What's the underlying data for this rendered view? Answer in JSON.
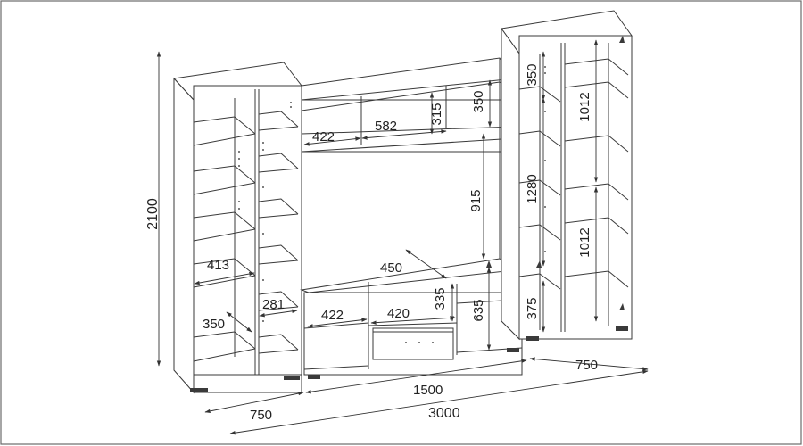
{
  "colors": {
    "line": "#3a3a3a",
    "background": "#ffffff",
    "frame": "#6b6b6b"
  },
  "dimensions": {
    "total_height": "2100",
    "total_width": "3000",
    "left_unit_width": "750",
    "center_unit_width": "1500",
    "right_unit_width": "750",
    "left_shelf_width": "413",
    "left_shelf_depth": "350",
    "left_inner_depth": "281",
    "top_left_niche": "422",
    "top_middle_niche": "582",
    "top_niche_height": "315",
    "top_right_niche_height": "350",
    "tv_opening_height": "915",
    "tv_stand_depth": "450",
    "bottom_left_niche": "422",
    "drawer_niche_width": "420",
    "drawer_niche_height": "335",
    "bottom_right_height": "635",
    "right_top_niche": "350",
    "right_upper_glass": "1012",
    "right_lower_glass": "1012",
    "right_middle_height": "1280",
    "right_bottom_niche": "375"
  }
}
